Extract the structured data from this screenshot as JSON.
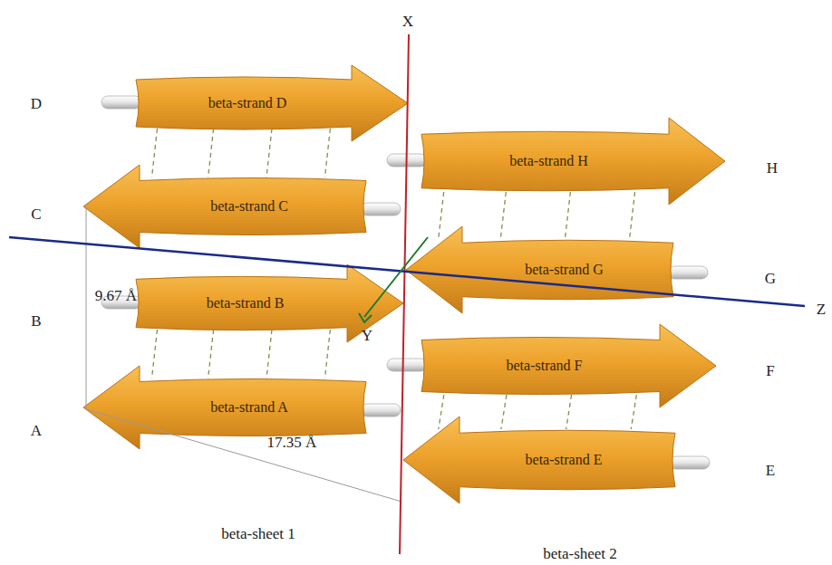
{
  "diagram": {
    "nodes": [
      {
        "text": [
          "beta-strand D"
        ]
      },
      {
        "text": [
          "beta-strand C"
        ]
      },
      {
        "text": [
          "beta-strand B"
        ]
      },
      {
        "text": [
          "beta-strand A"
        ]
      },
      {
        "text": [
          "beta-strand H"
        ]
      },
      {
        "text": [
          "beta-strand G"
        ]
      },
      {
        "text": [
          "beta-strand F"
        ]
      },
      {
        "text": [
          "beta-strand E"
        ]
      }
    ],
    "edges": [
      {
        "from": 0,
        "to": 1,
        "arrow": "none"
      },
      {
        "from": 2,
        "to": 3,
        "arrow": "none"
      },
      {
        "from": 4,
        "to": 5,
        "arrow": "none"
      },
      {
        "from": 6,
        "to": 7,
        "arrow": "none"
      }
    ],
    "labels": [
      "D",
      "C",
      "B",
      "A",
      "H",
      "G",
      "F",
      "E",
      "X",
      "Y",
      "Z",
      "9.67 Å",
      "17.35 Å",
      "beta-sheet 1",
      "beta-sheet 2"
    ]
  }
}
